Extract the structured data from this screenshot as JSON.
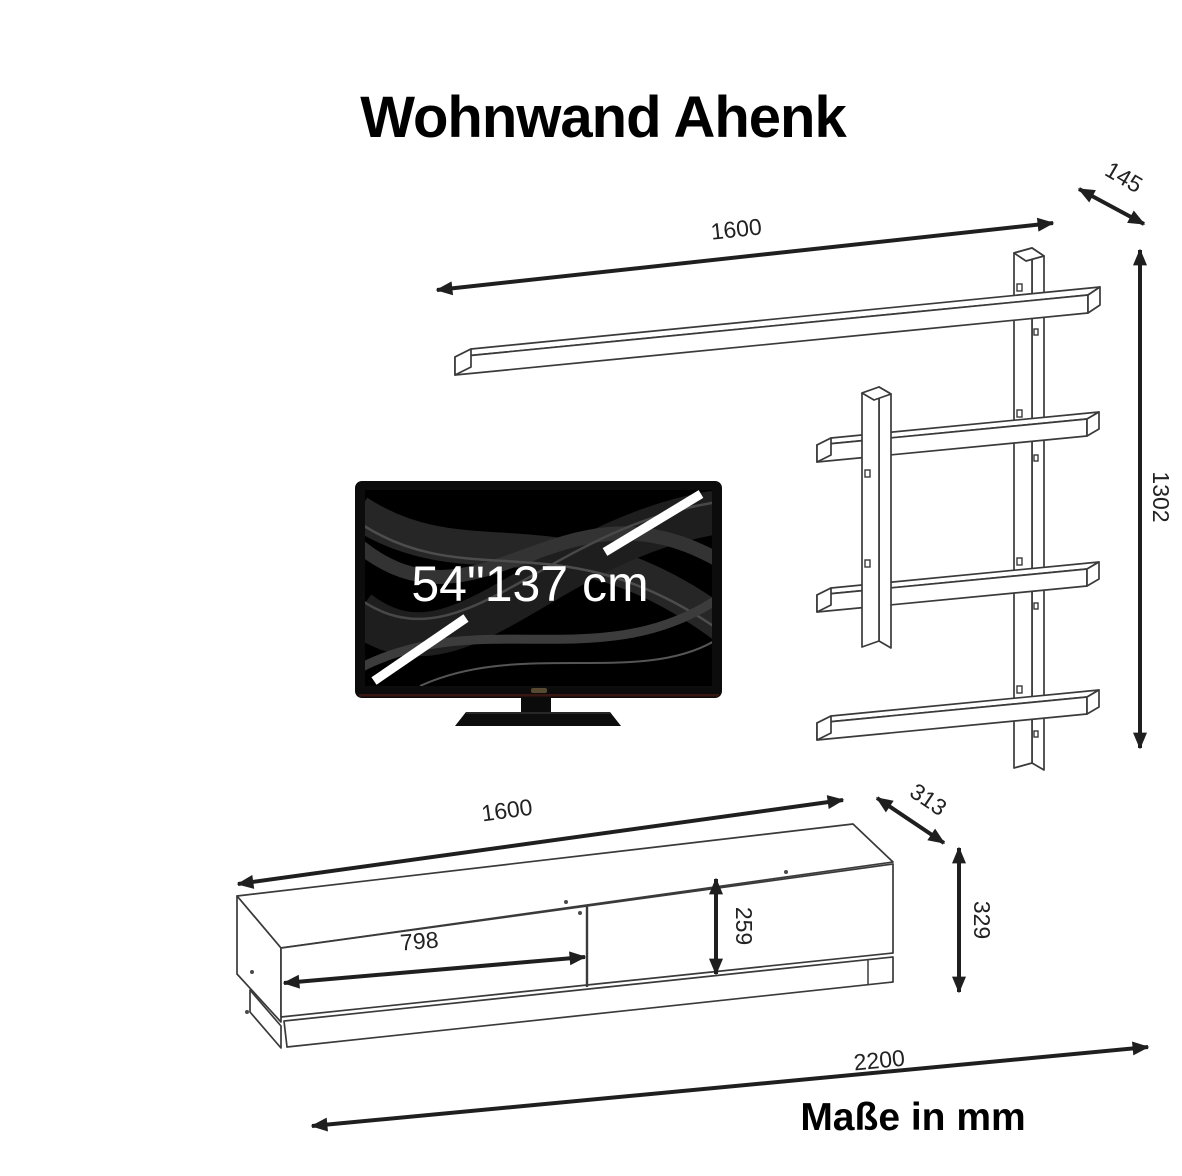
{
  "title": "Wohnwand Ahenk",
  "footer_note": "Maße in mm",
  "tv": {
    "size_label": "54\"137 cm"
  },
  "dimensions": {
    "shelf_width": "1600",
    "shelf_depth": "145",
    "shelf_height": "1302",
    "board_width": "1600",
    "board_depth": "313",
    "board_height": "329",
    "door_width": "798",
    "door_height": "259",
    "total_width": "2200"
  },
  "colors": {
    "background": "#ffffff",
    "line_art": "#3a3a3a",
    "dimension": "#1f1f1f",
    "tv_frame": "#0c0c0c",
    "tv_text": "#ffffff"
  }
}
